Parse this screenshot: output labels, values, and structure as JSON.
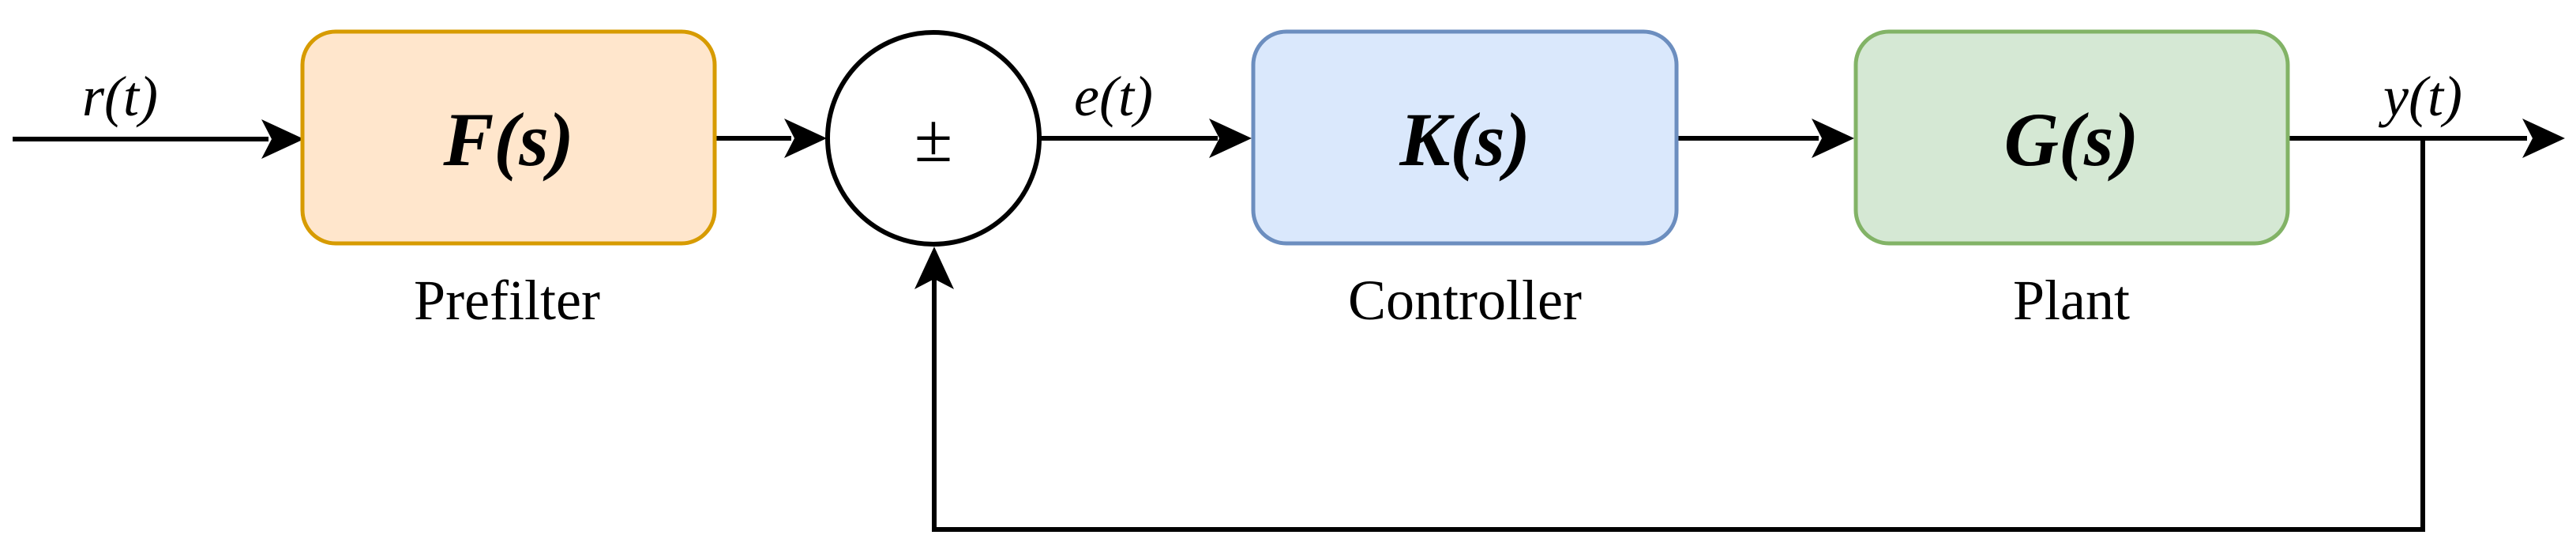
{
  "diagram": {
    "signals": {
      "input": "r(t)",
      "error": "e(t)",
      "output": "y(t)"
    },
    "summing_junction": {
      "symbol": "±"
    },
    "blocks": [
      {
        "label": "F(s)",
        "caption": "Prefilter",
        "fill": "#FFE6CC",
        "stroke": "#D79B00"
      },
      {
        "label": "K(s)",
        "caption": "Controller",
        "fill": "#DAE8FC",
        "stroke": "#6C8EBF"
      },
      {
        "label": "G(s)",
        "caption": "Plant",
        "fill": "#D5E8D4",
        "stroke": "#82B366"
      }
    ],
    "colors": {
      "line": "#000000",
      "arrowhead": "#000000",
      "sum_fill": "#FFFFFF",
      "background": "#FFFFFF"
    }
  }
}
